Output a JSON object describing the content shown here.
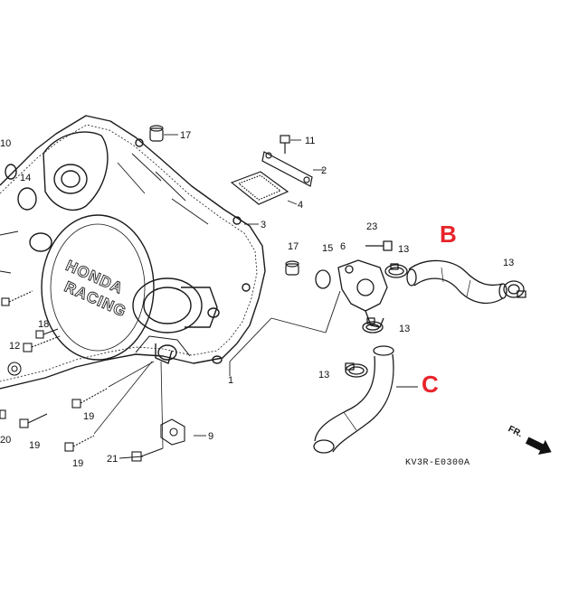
{
  "diagram": {
    "part_numbers": [
      "1",
      "2",
      "3",
      "4",
      "6",
      "9",
      "10",
      "11",
      "12",
      "13",
      "13",
      "13",
      "13",
      "14",
      "15",
      "17",
      "17",
      "18",
      "19",
      "19",
      "19",
      "20",
      "21",
      "23"
    ],
    "callouts": [
      {
        "letter": "B",
        "color": "#e8232a"
      },
      {
        "letter": "C",
        "color": "#e8232a"
      }
    ],
    "cover_brand": [
      "HONDA",
      "RACING"
    ],
    "fr_label": "FR.",
    "diagram_code": "KV3R-E0300A"
  }
}
